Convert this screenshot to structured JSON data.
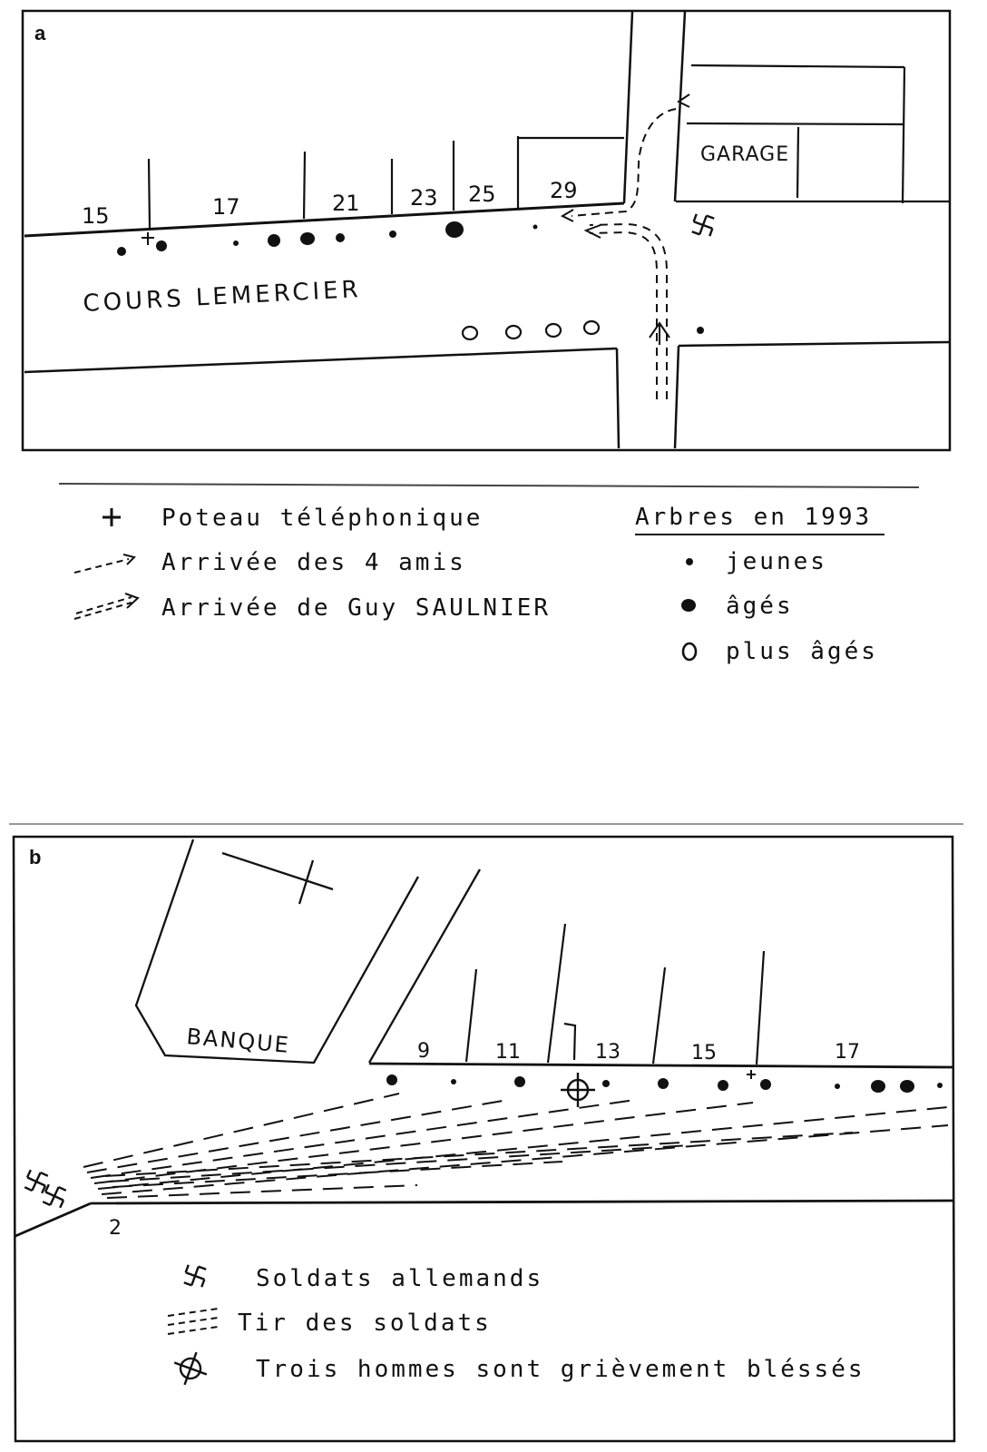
{
  "panel_a": {
    "letter": "a",
    "street_name": "COURS LEMERCIER",
    "garage_label": "GARAGE",
    "house_numbers": [
      "15",
      "17",
      "21",
      "23",
      "25",
      "29"
    ],
    "legend": {
      "pole": "Poteau téléphonique",
      "friends_arrival": "Arrivée des 4 amis",
      "guy_arrival": "Arrivée de Guy SAULNIER",
      "trees_title": "Arbres en 1993",
      "young": "jeunes",
      "old": "âgés",
      "older": "plus âgés"
    }
  },
  "panel_b": {
    "letter": "b",
    "bank_label": "BANQUE",
    "house_numbers": [
      "9",
      "11",
      "13",
      "15",
      "17"
    ],
    "number_2": "2",
    "legend": {
      "soldiers": "Soldats allemands",
      "fire": "Tir des soldats",
      "wounded": "Trois hommes sont grièvement bléssés"
    }
  }
}
